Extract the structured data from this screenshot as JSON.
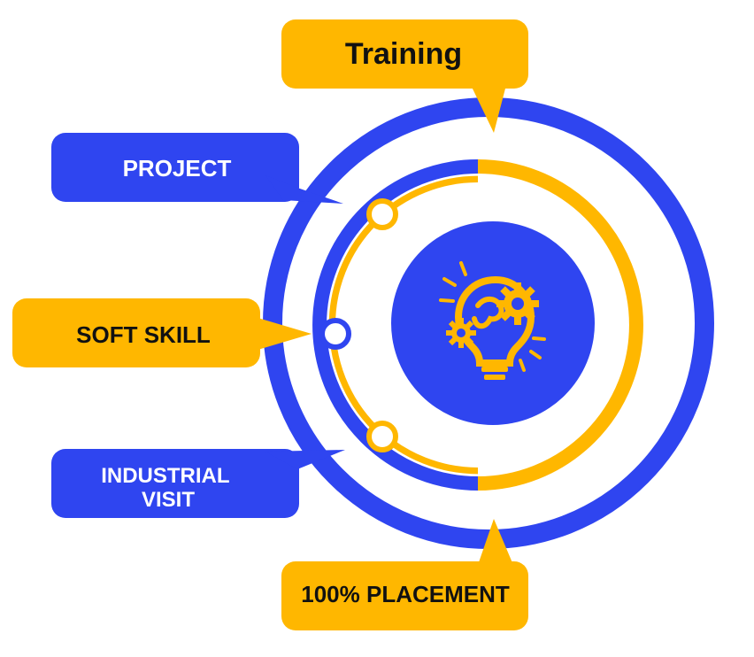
{
  "colors": {
    "blue": "#2f45f0",
    "gold": "#ffb700",
    "white": "#ffffff",
    "dark": "#111111"
  },
  "diagram": {
    "center_icon": "lightbulb-gears-icon",
    "labels": {
      "training": "Training",
      "project": "PROJECT",
      "soft_skill": "SOFT SKILL",
      "industrial_visit_line1": "INDUSTRIAL",
      "industrial_visit_line2": "VISIT",
      "placement": "100% PLACEMENT"
    }
  }
}
